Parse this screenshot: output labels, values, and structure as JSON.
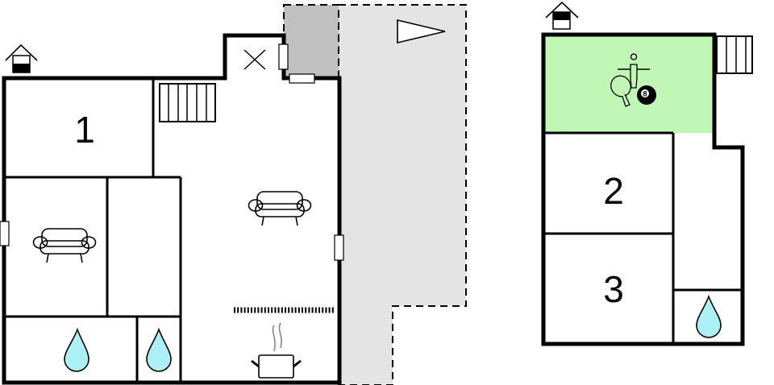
{
  "floors": [
    {
      "name": "ground-floor",
      "rooms": [
        {
          "label": "1",
          "type": "bedroom"
        },
        {
          "type": "living-room",
          "icon": "armchair-icon"
        },
        {
          "type": "living-room",
          "icon": "armchair-icon"
        },
        {
          "type": "bathroom",
          "icon": "water-drop-icon"
        },
        {
          "type": "toilet",
          "icon": "water-drop-icon"
        },
        {
          "type": "kitchen",
          "icon": "cooking-pot-icon"
        },
        {
          "type": "utility",
          "icon": "cross-icon"
        },
        {
          "type": "terrace",
          "icon": "triangle-pennant-icon"
        }
      ],
      "level_icon": "house-ground-floor-icon"
    },
    {
      "name": "upper-floor",
      "rooms": [
        {
          "label": "2",
          "type": "bedroom"
        },
        {
          "label": "3",
          "type": "bedroom"
        },
        {
          "type": "games-room",
          "icon": "games-icon",
          "ball_label": "8"
        },
        {
          "type": "bathroom",
          "icon": "water-drop-icon"
        }
      ],
      "level_icon": "house-upper-floor-icon"
    }
  ],
  "colors": {
    "wall": "#000000",
    "games_room": "#c0f7b6",
    "water": "#aaf0f5",
    "terrace": "#e4e4e4",
    "covered_terrace": "#c0c0c0"
  }
}
